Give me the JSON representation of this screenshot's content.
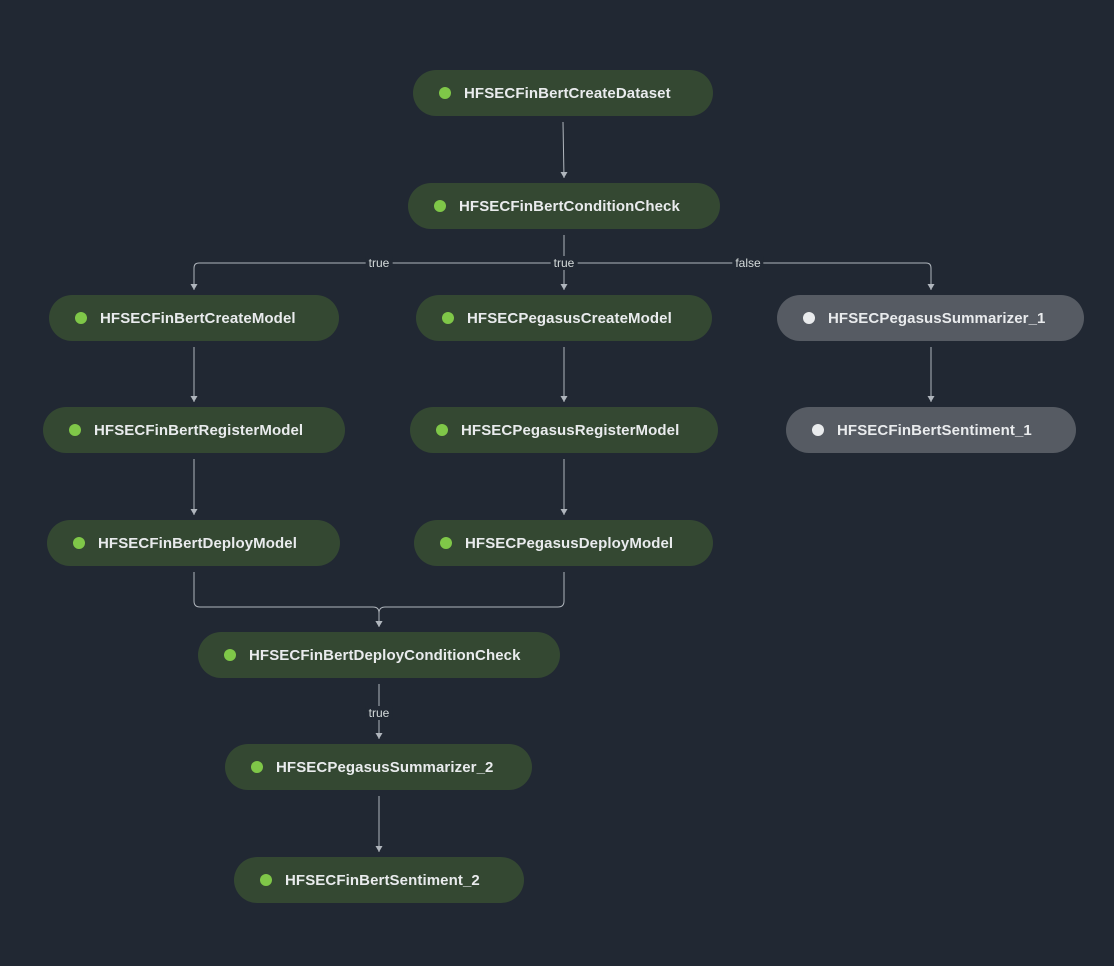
{
  "colors": {
    "background": "#212833",
    "succeeded_node": "#344832",
    "succeeded_dot": "#7fc748",
    "pending_node": "#565b63",
    "pending_dot": "#e9ebed",
    "edge": "#b0b6bd"
  },
  "nodes": [
    {
      "id": "create_dataset",
      "label": "HFSECFinBertCreateDataset",
      "status": "succeeded"
    },
    {
      "id": "condition_check",
      "label": "HFSECFinBertConditionCheck",
      "status": "succeeded"
    },
    {
      "id": "finbert_create_model",
      "label": "HFSECFinBertCreateModel",
      "status": "succeeded"
    },
    {
      "id": "pegasus_create_model",
      "label": "HFSECPegasusCreateModel",
      "status": "succeeded"
    },
    {
      "id": "pegasus_summarizer_1",
      "label": "HFSECPegasusSummarizer_1",
      "status": "pending"
    },
    {
      "id": "finbert_register_model",
      "label": "HFSECFinBertRegisterModel",
      "status": "succeeded"
    },
    {
      "id": "pegasus_register_model",
      "label": "HFSECPegasusRegisterModel",
      "status": "succeeded"
    },
    {
      "id": "finbert_sentiment_1",
      "label": "HFSECFinBertSentiment_1",
      "status": "pending"
    },
    {
      "id": "finbert_deploy_model",
      "label": "HFSECFinBertDeployModel",
      "status": "succeeded"
    },
    {
      "id": "pegasus_deploy_model",
      "label": "HFSECPegasusDeployModel",
      "status": "succeeded"
    },
    {
      "id": "deploy_condition_check",
      "label": "HFSECFinBertDeployConditionCheck",
      "status": "succeeded"
    },
    {
      "id": "pegasus_summarizer_2",
      "label": "HFSECPegasusSummarizer_2",
      "status": "succeeded"
    },
    {
      "id": "finbert_sentiment_2",
      "label": "HFSECFinBertSentiment_2",
      "status": "succeeded"
    }
  ],
  "edges": [
    {
      "from": "create_dataset",
      "to": "condition_check",
      "label": ""
    },
    {
      "from": "condition_check",
      "to": "finbert_create_model",
      "label": "true"
    },
    {
      "from": "condition_check",
      "to": "pegasus_create_model",
      "label": "true"
    },
    {
      "from": "condition_check",
      "to": "pegasus_summarizer_1",
      "label": "false"
    },
    {
      "from": "finbert_create_model",
      "to": "finbert_register_model",
      "label": ""
    },
    {
      "from": "pegasus_create_model",
      "to": "pegasus_register_model",
      "label": ""
    },
    {
      "from": "pegasus_summarizer_1",
      "to": "finbert_sentiment_1",
      "label": ""
    },
    {
      "from": "finbert_register_model",
      "to": "finbert_deploy_model",
      "label": ""
    },
    {
      "from": "pegasus_register_model",
      "to": "pegasus_deploy_model",
      "label": ""
    },
    {
      "from": "finbert_deploy_model",
      "to": "deploy_condition_check",
      "label": ""
    },
    {
      "from": "pegasus_deploy_model",
      "to": "deploy_condition_check",
      "label": ""
    },
    {
      "from": "deploy_condition_check",
      "to": "pegasus_summarizer_2",
      "label": "true"
    },
    {
      "from": "pegasus_summarizer_2",
      "to": "finbert_sentiment_2",
      "label": ""
    }
  ]
}
